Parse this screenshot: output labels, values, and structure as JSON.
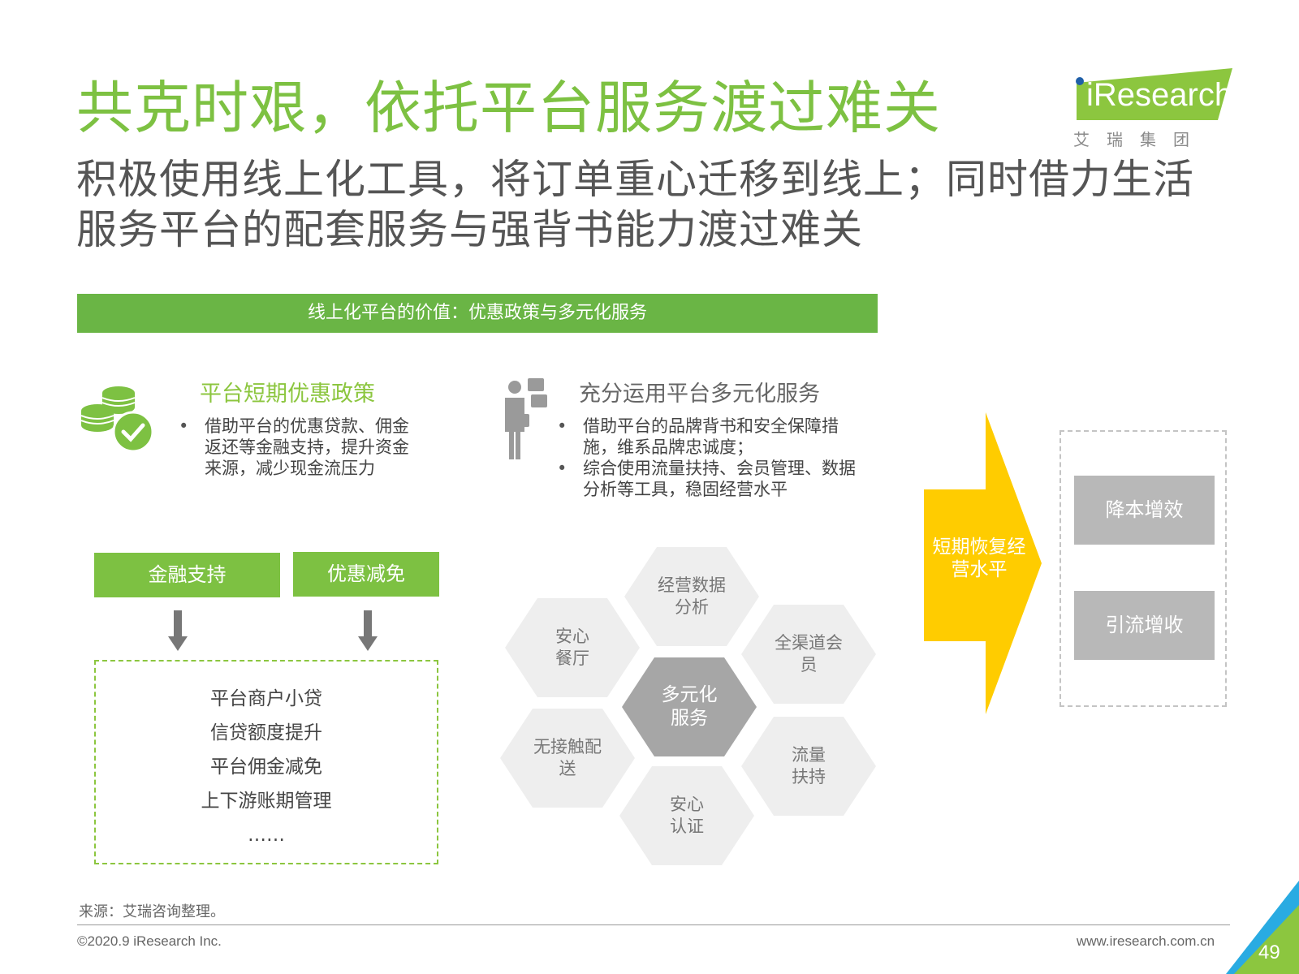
{
  "title": "共克时艰，依托平台服务渡过难关",
  "subtitle": "积极使用线上化工具，将订单重心迁移到线上；同时借力生活服务平台的配套服务与强背书能力渡过难关",
  "logo": {
    "brand": "iResearch",
    "sub": "艾瑞集团"
  },
  "banner": "线上化平台的价值：优惠政策与多元化服务",
  "left_section": {
    "title": "平台短期优惠政策",
    "bullets": [
      "借助平台的优惠贷款、佣金返还等金融支持，提升资金来源，减少现金流压力"
    ],
    "buttons": [
      "金融支持",
      "优惠减免"
    ],
    "list": [
      "平台商户小贷",
      "信贷额度提升",
      "平台佣金减免",
      "上下游账期管理",
      "……"
    ]
  },
  "middle_section": {
    "title": "充分运用平台多元化服务",
    "bullets": [
      "借助平台的品牌背书和安全保障措施，维系品牌忠诚度；",
      "综合使用流量扶持、会员管理、数据分析等工具，稳固经营水平"
    ],
    "hexagons": {
      "center": "多元化服务",
      "top": "经营数据分析",
      "upper_left": "安心餐厅",
      "upper_right": "全渠道会员",
      "lower_left": "无接触配送",
      "lower_right": "流量扶持",
      "bottom": "安心认证"
    }
  },
  "right_section": {
    "arrow_label": "短期恢复经营水平",
    "outcomes": [
      "降本增效",
      "引流增收"
    ]
  },
  "colors": {
    "green": "#7dc142",
    "banner_green": "#6ab545",
    "yellow": "#ffcc00",
    "gray_tile": "#b8b8b8",
    "hex_light": "#eeeeee",
    "hex_center": "#a6a6a6"
  },
  "footer": {
    "source": "来源：艾瑞咨询整理。",
    "copyright": "©2020.9 iResearch Inc.",
    "website": "www.iresearch.com.cn",
    "page": "49"
  }
}
